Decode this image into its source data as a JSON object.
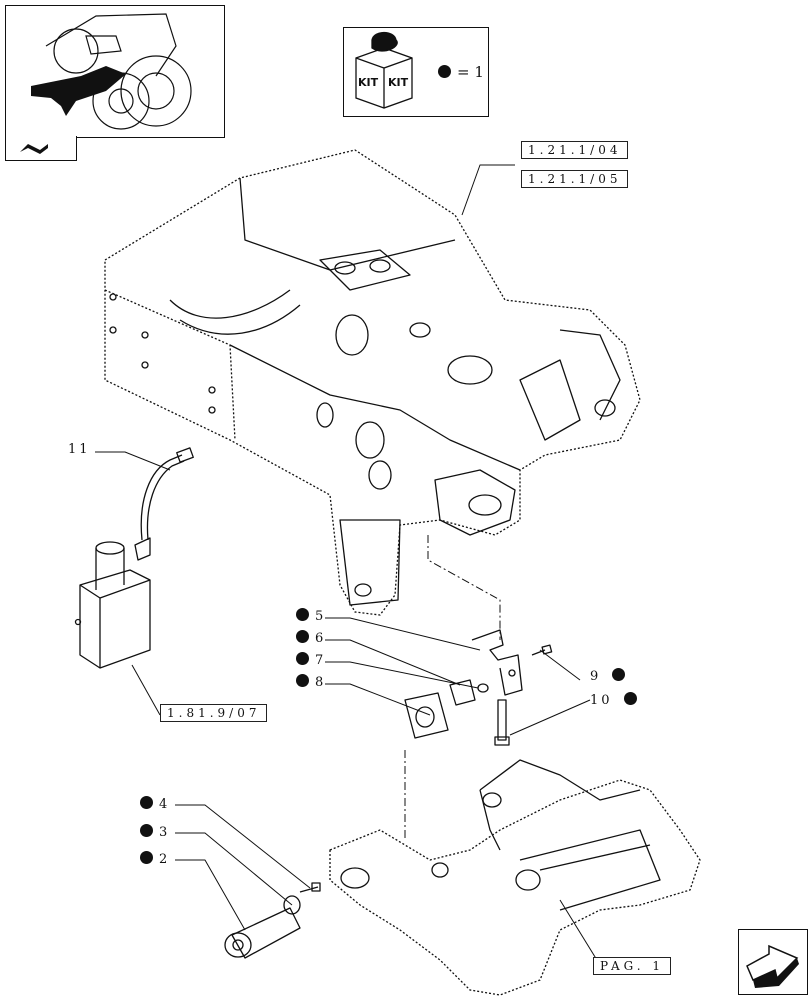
{
  "references": {
    "ref_1": "1.21.1/04",
    "ref_2": "1.21.1/05",
    "ref_3": "1.81.9/07",
    "ref_4": "PAG. 1"
  },
  "kit_legend": {
    "kit_text_1": "KIT",
    "kit_text_2": "KIT",
    "equals_text": "= 1"
  },
  "callouts": {
    "c11": "11",
    "c5": "5",
    "c6": "6",
    "c7": "7",
    "c8": "8",
    "c9": "9",
    "c10": "10",
    "c4": "4",
    "c3": "3",
    "c2": "2"
  },
  "icons": {
    "nav_tab": "page-curl-icon",
    "nav_next": "next-page-arrow-icon",
    "kit": "kit-box-icon",
    "bullet": "filled-circle-icon"
  }
}
